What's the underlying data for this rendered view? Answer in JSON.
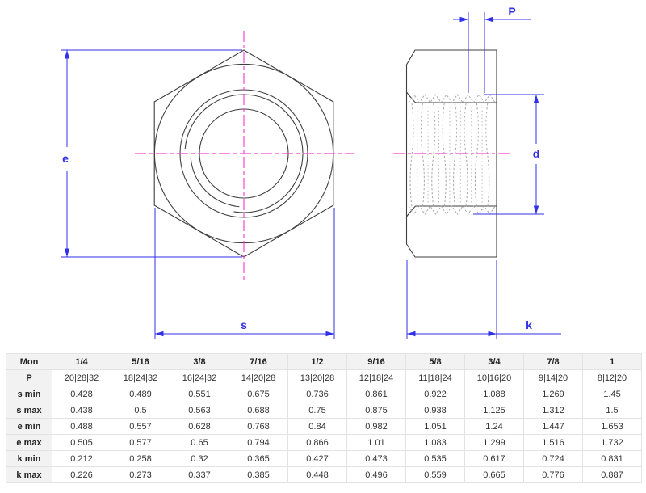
{
  "drawing": {
    "labels": {
      "e": "e",
      "s": "s",
      "k": "k",
      "d": "d",
      "p": "P"
    },
    "colors": {
      "dimension": "#3030e8",
      "centerline": "#ff45cf",
      "outline": "#3f3f3f",
      "thread": "#a8a8a8"
    }
  },
  "table": {
    "header": [
      "Mon",
      "1/4",
      "5/16",
      "3/8",
      "7/16",
      "1/2",
      "9/16",
      "5/8",
      "3/4",
      "7/8",
      "1"
    ],
    "rows": [
      {
        "label": "P",
        "values": [
          "20|28|32",
          "18|24|32",
          "16|24|32",
          "14|20|28",
          "13|20|28",
          "12|18|24",
          "11|18|24",
          "10|16|20",
          "9|14|20",
          "8|12|20"
        ]
      },
      {
        "label": "s min",
        "values": [
          "0.428",
          "0.489",
          "0.551",
          "0.675",
          "0.736",
          "0.861",
          "0.922",
          "1.088",
          "1.269",
          "1.45"
        ]
      },
      {
        "label": "s max",
        "values": [
          "0.438",
          "0.5",
          "0.563",
          "0.688",
          "0.75",
          "0.875",
          "0.938",
          "1.125",
          "1.312",
          "1.5"
        ]
      },
      {
        "label": "e min",
        "values": [
          "0.488",
          "0.557",
          "0.628",
          "0.768",
          "0.84",
          "0.982",
          "1.051",
          "1.24",
          "1.447",
          "1.653"
        ]
      },
      {
        "label": "e max",
        "values": [
          "0.505",
          "0.577",
          "0.65",
          "0.794",
          "0.866",
          "1.01",
          "1.083",
          "1.299",
          "1.516",
          "1.732"
        ]
      },
      {
        "label": "k min",
        "values": [
          "0.212",
          "0.258",
          "0.32",
          "0.365",
          "0.427",
          "0.473",
          "0.535",
          "0.617",
          "0.724",
          "0.831"
        ]
      },
      {
        "label": "k max",
        "values": [
          "0.226",
          "0.273",
          "0.337",
          "0.385",
          "0.448",
          "0.496",
          "0.559",
          "0.665",
          "0.776",
          "0.887"
        ]
      }
    ]
  }
}
